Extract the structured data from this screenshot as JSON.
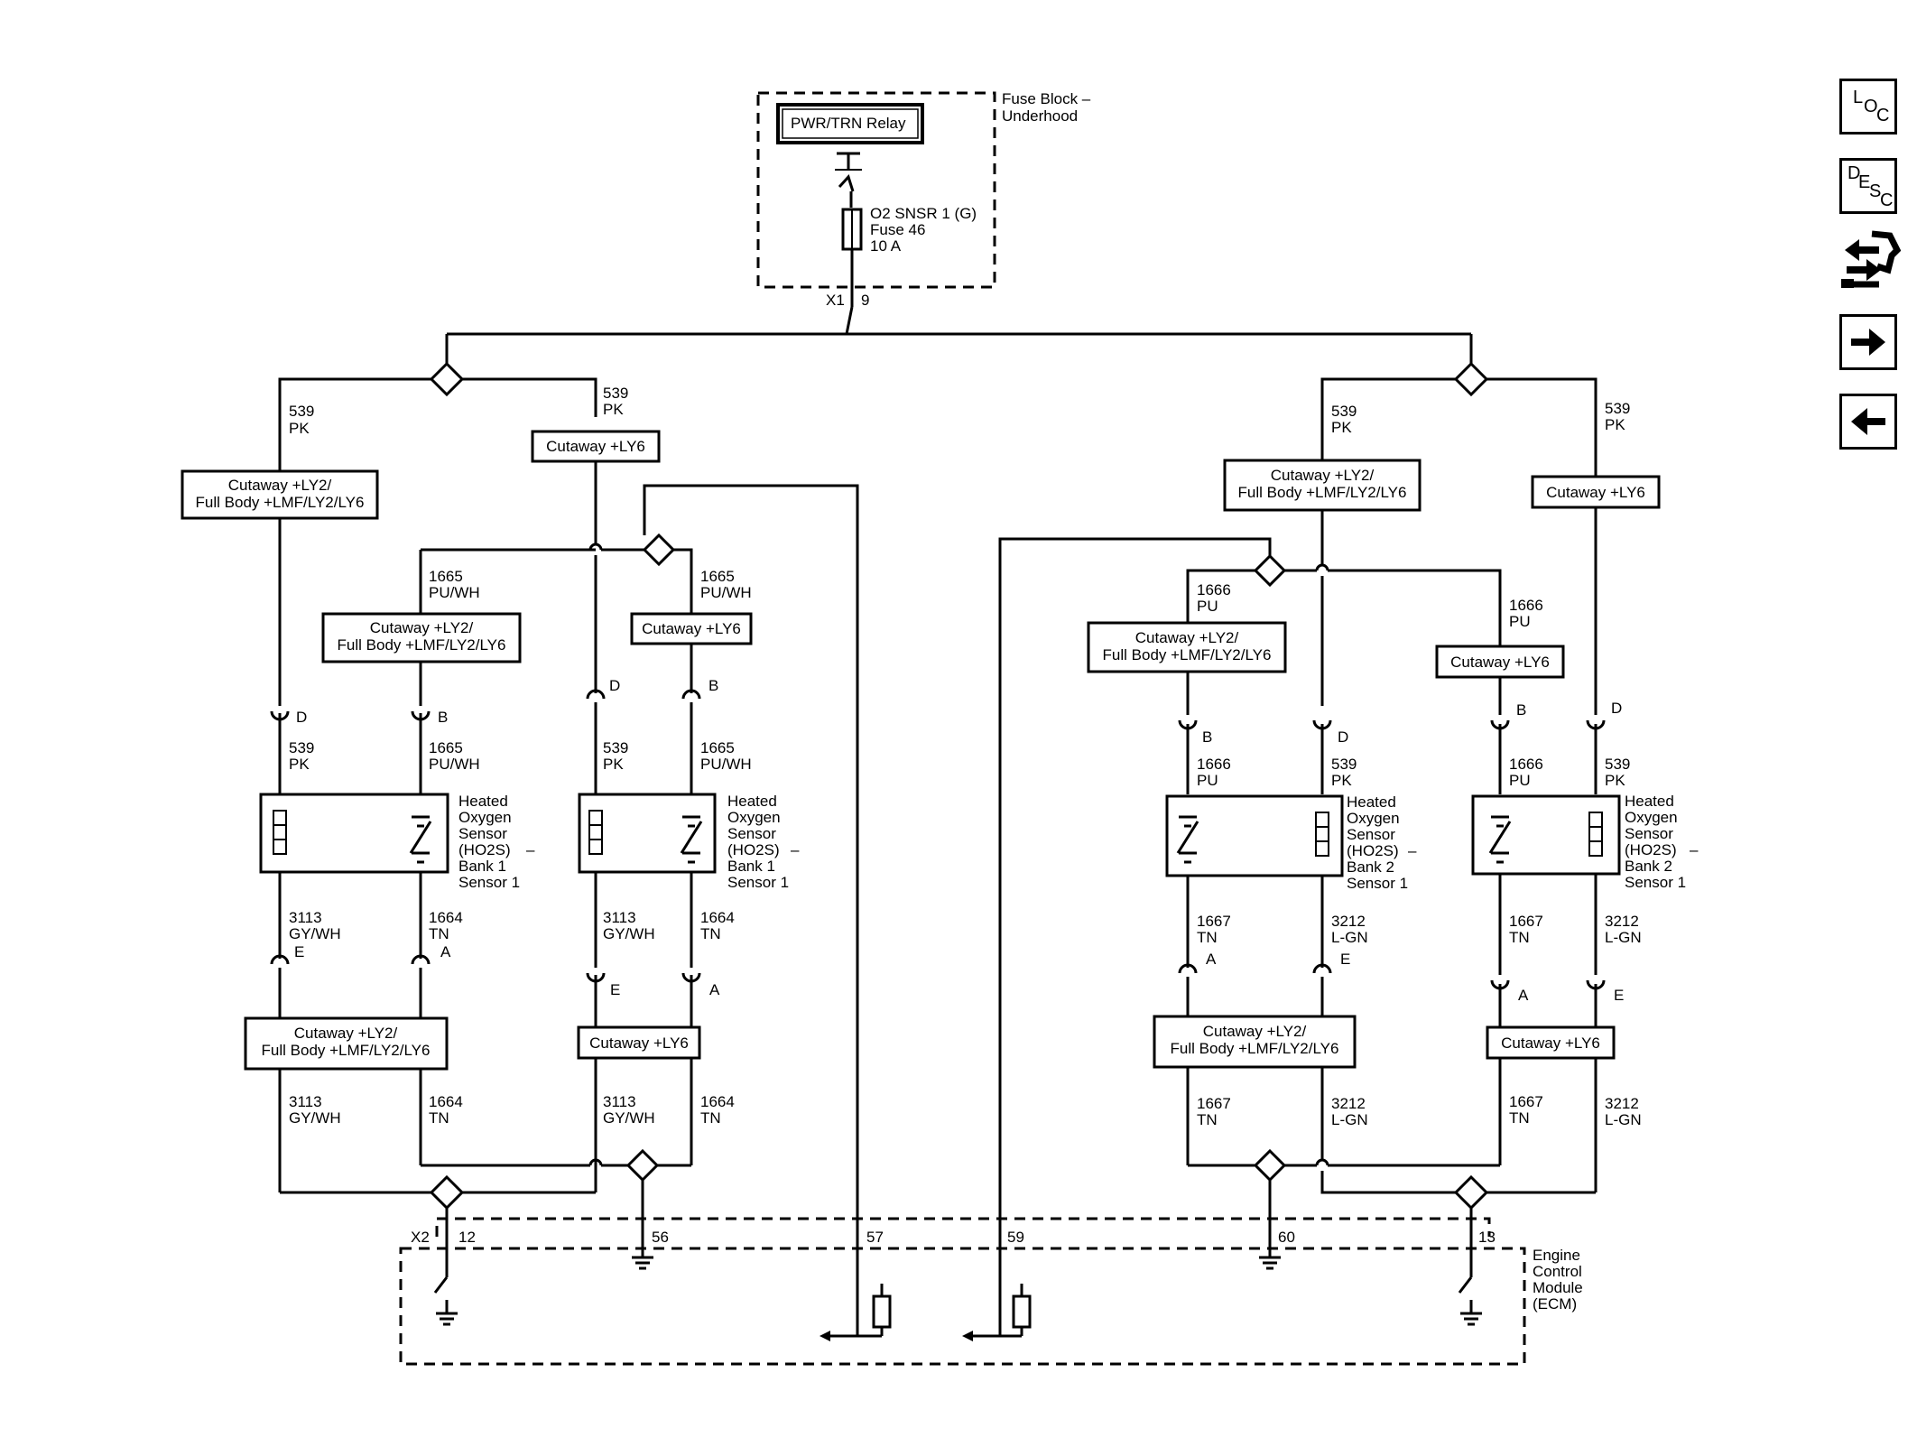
{
  "fuse_block": {
    "title_1": "Fuse Block –",
    "title_2": "Underhood",
    "relay": "PWR/TRN Relay",
    "fuse_1": "O2 SNSR 1 (G)",
    "fuse_2": "Fuse 46",
    "fuse_3": "10 A",
    "connector": "X1",
    "pin": "9"
  },
  "option_labels": {
    "full_1": "Cutaway +LY2/",
    "full_2": "Full Body +LMF/LY2/LY6",
    "ly6": "Cutaway +LY6"
  },
  "wires": {
    "c539": "539",
    "pk": "PK",
    "c1665": "1665",
    "puwh": "PU/WH",
    "c1666": "1666",
    "pu": "PU",
    "c3113": "3113",
    "gywh": "GY/WH",
    "c1664": "1664",
    "tn": "TN",
    "c1667": "1667",
    "c3212": "3212",
    "lgn": "L-GN"
  },
  "pins": {
    "a": "A",
    "b": "B",
    "d": "D",
    "e": "E"
  },
  "sensor_b1": [
    "Heated",
    "Oxygen",
    "Sensor",
    "(HO2S)",
    "Bank 1",
    "Sensor 1"
  ],
  "sensor_b2": [
    "Heated",
    "Oxygen",
    "Sensor",
    "(HO2S)",
    "Bank 2",
    "Sensor 1"
  ],
  "dash": "–",
  "ecm": {
    "name": [
      "Engine",
      "Control",
      "Module",
      "(ECM)"
    ],
    "connector": "X2",
    "pins": [
      "12",
      "56",
      "57",
      "59",
      "60",
      "13"
    ]
  },
  "nav": {
    "loc": [
      "L",
      "O",
      "C"
    ],
    "desc": [
      "D",
      "E",
      "S",
      "C"
    ],
    "icons": [
      "connector-end-view-icon",
      "next-page-arrow-icon",
      "previous-page-arrow-icon"
    ]
  }
}
